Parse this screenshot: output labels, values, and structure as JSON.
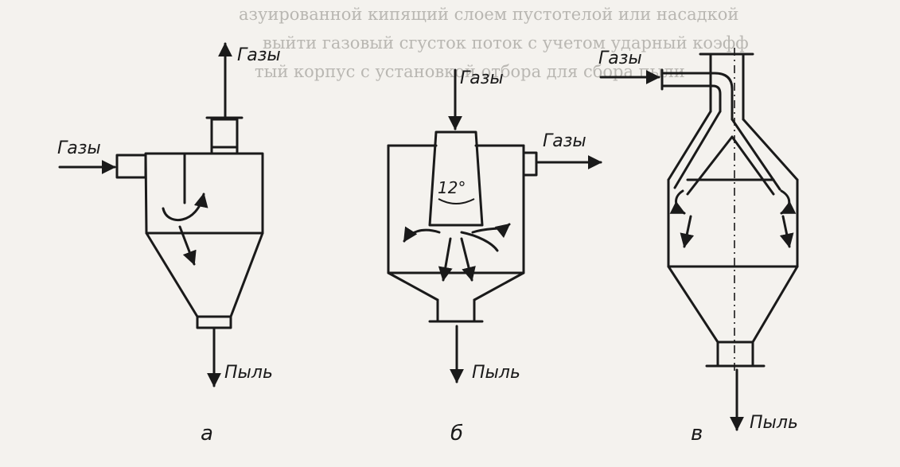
{
  "background_text": {
    "lines": [
      "азуированной кипящий слоем пустотелой или насадкой",
      "выйти газовый сгусток поток с учетом ударный коэфф",
      "тый корпус с установкой отбора для сбора пыли"
    ]
  },
  "diagram_a": {
    "gas_in_label": "Газы",
    "gas_out_label": "Газы",
    "dust_label": "Пыль",
    "caption": "а"
  },
  "diagram_b": {
    "gas_in_label": "Газы",
    "gas_out_label": "Газы",
    "angle_label": "12°",
    "dust_label": "Пыль",
    "caption": "б"
  },
  "diagram_v": {
    "gas_in_label": "Газы",
    "dust_label": "Пыль",
    "caption": "в"
  }
}
